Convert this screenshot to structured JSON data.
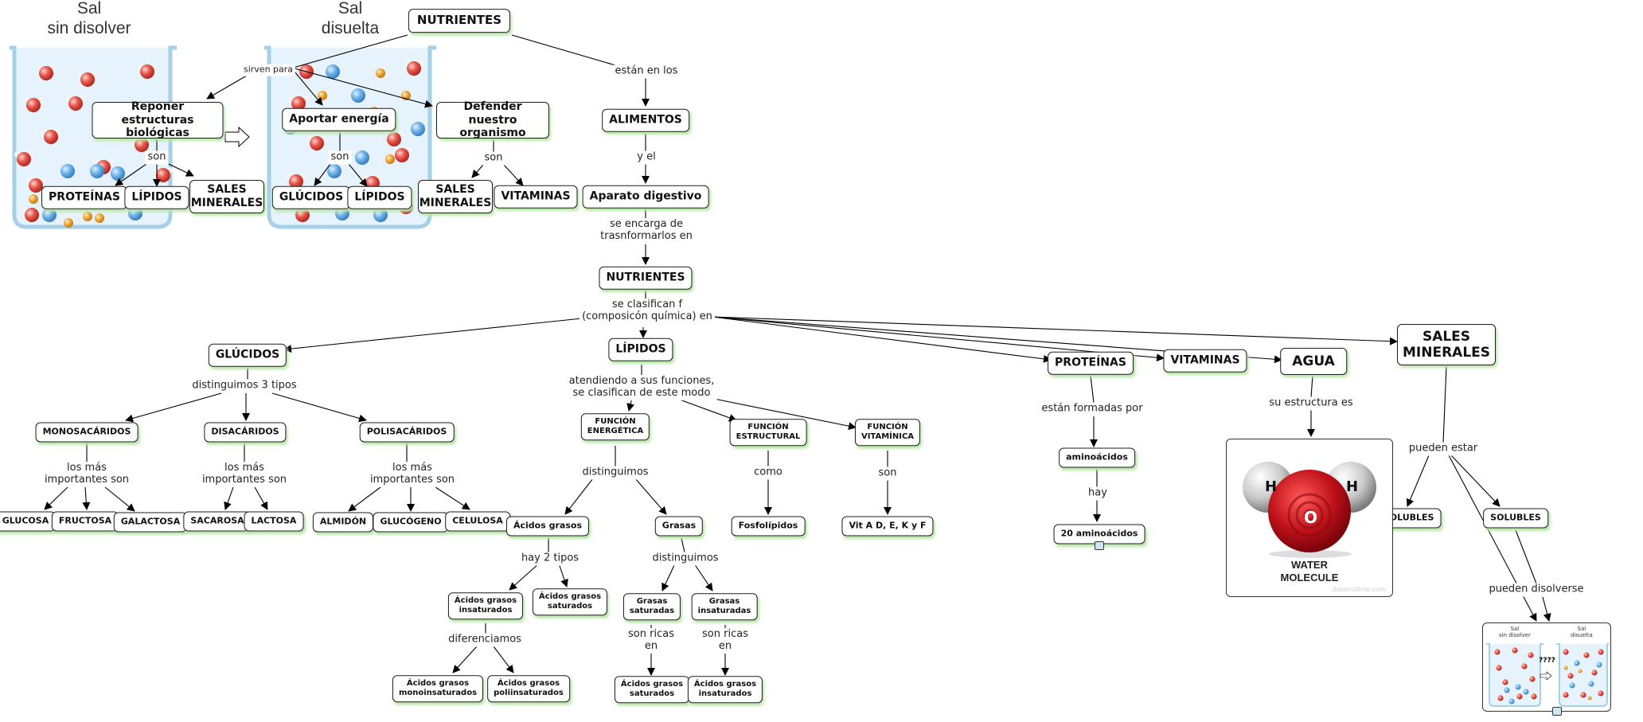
{
  "beakers": {
    "left_title": "Sal\nsin disolver",
    "right_title": "Sal\ndisuelta",
    "thumb_left": "Sal\nsin disolver",
    "thumb_right": "Sal\ndisuelta",
    "thumb_mark": "????"
  },
  "nodes": {
    "nutrientes_top": "NUTRIENTES",
    "reponer": "Reponer\nestructuras biológicas",
    "aportar": "Aportar energía",
    "defender": "Defender\nnuestro organismo",
    "proteinas_top": "PROTEÍNAS",
    "lipidos_top1": "LÍPIDOS",
    "sales_top1": "SALES\nMINERALES",
    "glucidos_top": "GLÚCIDOS",
    "lipidos_top2": "LÍPIDOS",
    "sales_top2": "SALES\nMINERALES",
    "vitaminas_top": "VITAMINAS",
    "alimentos": "ALIMENTOS",
    "aparato": "Aparato digestivo",
    "nutrientes_mid": "NUTRIENTES",
    "glucidos": "GLÚCIDOS",
    "lipidos": "LÍPIDOS",
    "proteinas": "PROTEÍNAS",
    "vitaminas": "VITAMINAS",
    "agua": "AGUA",
    "sales": "SALES\nMINERALES",
    "mono": "MONOSACÁRIDOS",
    "disa": "DISACÁRIDOS",
    "poli": "POLISACÁRIDOS",
    "glucosa": "GLUCOSA",
    "fructosa": "FRUCTOSA",
    "galactosa": "GALACTOSA",
    "sacarosa": "SACAROSA",
    "lactosa": "LACTOSA",
    "almidon": "ALMIDÓN",
    "glucogeno": "GLUCÓGENO",
    "celulosa": "CELULOSA",
    "f_energetica": "FUNCIÓN\nENERGÉTICA",
    "f_estructural": "FUNCIÓN\nESTRUCTURAL",
    "f_vitaminica": "FUNCIÓN\nVITAMÍNICA",
    "acidos_grasos": "Ácidos grasos",
    "grasas": "Grasas",
    "fosfolipidos": "Fosfolípidos",
    "vit_adek": "Vit A D, E, K y F",
    "ag_insat": "Ácidos grasos\ninsaturados",
    "ag_sat": "Ácidos grasos\nsaturados",
    "grasas_sat": "Grasas\nsaturadas",
    "grasas_insat": "Grasas\ninsaturadas",
    "ag_mono": "Ácidos grasos\nmonoinsaturados",
    "ag_poli": "Ácidos grasos\npoliinsaturados",
    "ag_sat2": "Ácidos grasos\nsaturados",
    "ag_insat2": "Ácidos grasos\ninsaturados",
    "aminoacidos": "aminoácidos",
    "aminoacidos20": "20 aminoácidos",
    "insolubles": "INSOLUBLES",
    "solubles": "SOLUBLES"
  },
  "labels": {
    "sirven_para": "sirven para",
    "estan_en_los": "están en los",
    "son1": "son",
    "son2": "son",
    "son3": "son",
    "y_el": "y el",
    "se_encarga": "se encarga de\ntrasnformarlos en",
    "se_clasifican": "se clasifican f\n(composicón química) en",
    "distinguimos3": "distinguimos 3 tipos",
    "mas_imp1": "los más\nimportantes son",
    "mas_imp2": "los más\nimportantes son",
    "mas_imp3": "los más\nimportantes son",
    "atendiendo": "atendiendo a sus funciones,\nse clasifican de este modo",
    "distinguimos_a": "distinguimos",
    "como": "como",
    "son4": "son",
    "hay2tipos": "hay 2 tipos",
    "distinguimos_b": "distinguimos",
    "diferenciamos": "diferenciamos",
    "son_ricas1": "son ricas\nen",
    "son_ricas2": "son ricas\nen",
    "formadas": "están formadas por",
    "hay": "hay",
    "estructura": "su estructura es",
    "pueden_estar": "pueden estar",
    "pueden_disolverse": "pueden disolverse"
  },
  "water": {
    "atom_h": "H",
    "atom_o": "O",
    "label": "WATER\nMOLECULE",
    "mark": "dreamstime.com"
  },
  "colors": {
    "node_shadow": "#b9e6a8",
    "red_sphere": "#e8564b",
    "blue_sphere": "#6fb4ea",
    "orange_sphere": "#f2a93b",
    "water_glass": "#d6ecfa"
  }
}
